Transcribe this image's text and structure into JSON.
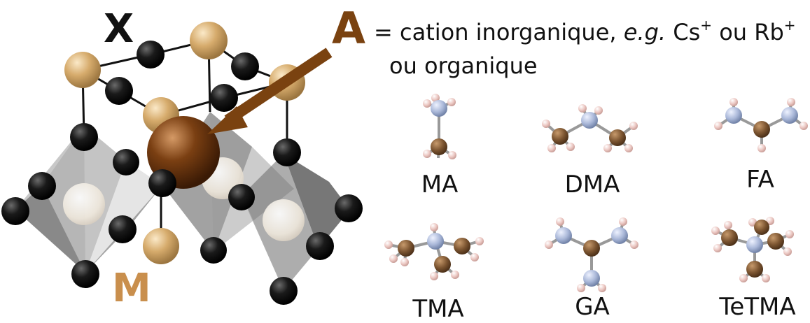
{
  "labels": {
    "x": "X",
    "m": "M",
    "a": "A"
  },
  "definition": {
    "prefix": "= cation inorganique, ",
    "eg": "e.g.",
    "cs": " Cs",
    "cs_sup": "+",
    "or": " ou Rb",
    "rb_sup": "+",
    "line2": "ou organique"
  },
  "molecules": [
    {
      "name": "MA"
    },
    {
      "name": "DMA"
    },
    {
      "name": "FA"
    },
    {
      "name": "TMA"
    },
    {
      "name": "GA"
    },
    {
      "name": "TeTMA"
    }
  ],
  "colors": {
    "x_atom": "#111111",
    "m_atom": "#d7ad6e",
    "a_atom": "#7a3f12",
    "arrow": "#7a4210",
    "carbon": "#7b5430",
    "nitrogen": "#a9b7d8",
    "hydrogen": "#ecc8c3"
  }
}
